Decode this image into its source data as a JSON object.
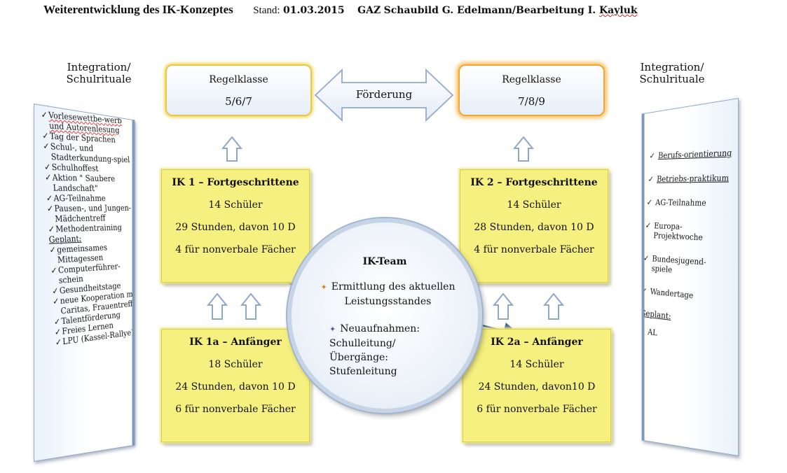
{
  "header": {
    "title": "Weiterentwicklung des IK-Konzeptes",
    "stand_label": "Stand:",
    "date": "01.03.2015",
    "gaz": "GAZ",
    "credits": "Schaubild G. Edelmann/Bearbeitung I.",
    "author_last": "Kayluk"
  },
  "left_panel": {
    "title_line1": "Integration/",
    "title_line2": "Schulrituale",
    "items": [
      "Vorlesewettbe-werb und Autorenlesung",
      "Tag der Sprachen",
      "Schul-, und Stadterkundung-spiel",
      "Schulhoffest",
      "Aktion \" Saubere Landschaft\"",
      "AG-Teilnahme",
      "Pausen-, und Jungen-Mädchentreff",
      "Methodentraining"
    ],
    "planned_label": "Geplant:",
    "planned_items": [
      "gemeinsames Mittagessen",
      "Computerführer-schein",
      "Gesundheitstage",
      "neue Kooperation mit Caritas, Frauentreff",
      "Talentförderung",
      "Freies Lernen",
      "LPU (Kassel-Rallye)"
    ]
  },
  "right_panel": {
    "title_line1": "Integration/",
    "title_line2": "Schulrituale",
    "items": [
      "Berufs-orientierung",
      "Betriebs-praktikum",
      "AG-Teilnahme",
      "Europa-Projektwoche",
      "Bundesjugend-spiele",
      "Wandertage"
    ],
    "planned_label": "Geplant:",
    "planned_items": [
      "AL"
    ]
  },
  "regelklasse_left": {
    "title": "Regelklasse",
    "grades": "5/6/7"
  },
  "regelklasse_right": {
    "title": "Regelklasse",
    "grades": "7/8/9"
  },
  "foerderung_label": "Förderung",
  "ik1": {
    "title": "IK 1 – Fortgeschrittene",
    "students": "14 Schüler",
    "hours": "29 Stunden, davon 10 D",
    "nonverbal": "4 für nonverbale Fächer"
  },
  "ik2": {
    "title": "IK 2 – Fortgeschrittene",
    "students": "14 Schüler",
    "hours": "28 Stunden, davon 10 D",
    "nonverbal": "4 für nonverbale Fächer"
  },
  "ik1a": {
    "title": "IK 1a – Anfänger",
    "students": "18 Schüler",
    "hours": "24 Stunden, davon 10 D",
    "nonverbal": "6 für nonverbale Fächer"
  },
  "ik2a": {
    "title": "IK 2a – Anfänger",
    "students": "14 Schüler",
    "hours": "24 Stunden, davon10 D",
    "nonverbal": "6 für nonverbale Fächer"
  },
  "team": {
    "title": "IK-Team",
    "bullet1": "Ermittlung des aktuellen Leistungsstandes",
    "bullet2_title": "Neuaufnahmen:",
    "bullet2_lines": [
      "Schulleitung/",
      "Übergänge:",
      "Stufenleitung"
    ]
  },
  "colors": {
    "ik_box": "#f6f080",
    "panel_border": "#7f99b8",
    "arrow": "#8fa8c8",
    "regel_left_glow": "#f0d85e",
    "regel_right_glow": "#f8c060"
  }
}
